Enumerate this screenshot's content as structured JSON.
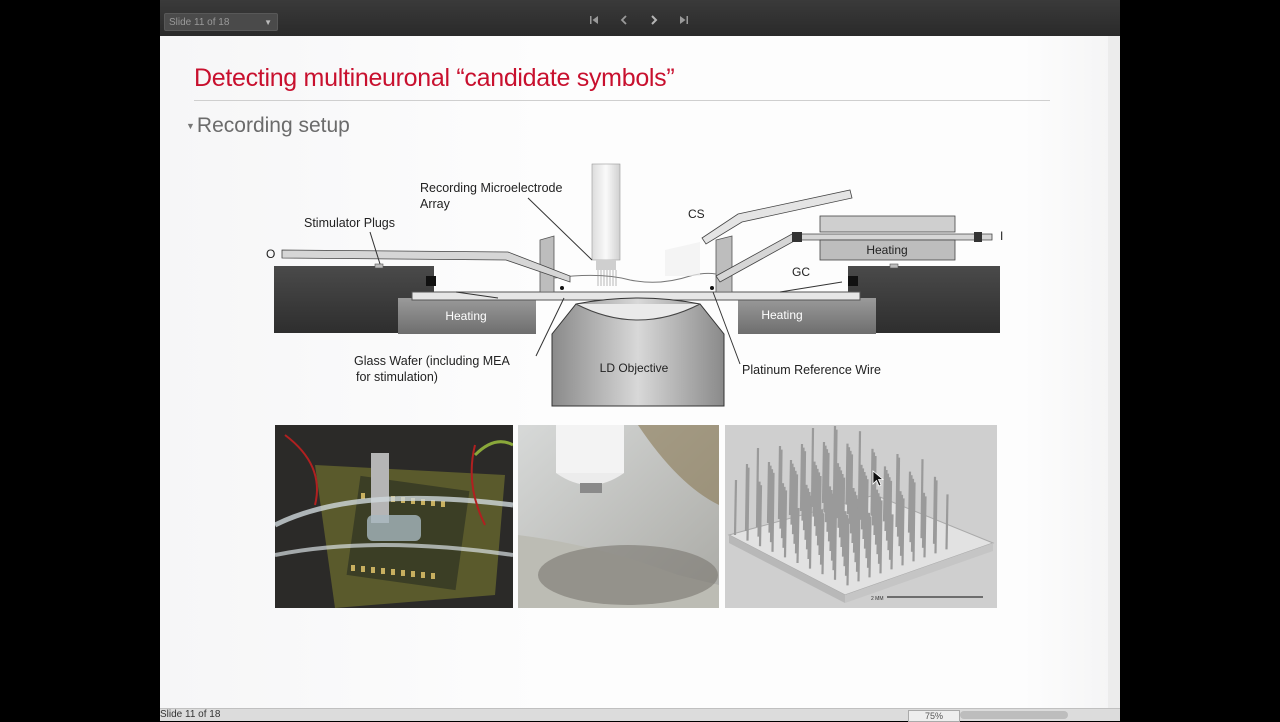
{
  "toolbar": {
    "slide_indicator": "Slide 11 of 18",
    "nav_first": "⏮",
    "nav_prev": "‹",
    "nav_next": "›",
    "nav_last": "⏭"
  },
  "slide": {
    "title": "Detecting multineuronal “candidate symbols”",
    "bullet": "Recording setup",
    "title_color": "#c8102e"
  },
  "diagram": {
    "labels": {
      "recording_array_1": "Recording Microelectrode",
      "recording_array_2": "Array",
      "stimulator_plugs": "Stimulator Plugs",
      "outlet": "O",
      "inlet": "I",
      "cs": "CS",
      "gc": "GC",
      "heating_top": "Heating",
      "heating_left": "Heating",
      "heating_right": "Heating",
      "glass_wafer_1": "Glass Wafer (including MEA",
      "glass_wafer_2": "for stimulation)",
      "ld_objective": "LD Objective",
      "platinum_wire": "Platinum Reference Wire"
    }
  },
  "photos": {
    "scale_label": "2 MM"
  },
  "statusbar": {
    "slide_text": "Slide 11 of 18",
    "zoom": "75%"
  }
}
